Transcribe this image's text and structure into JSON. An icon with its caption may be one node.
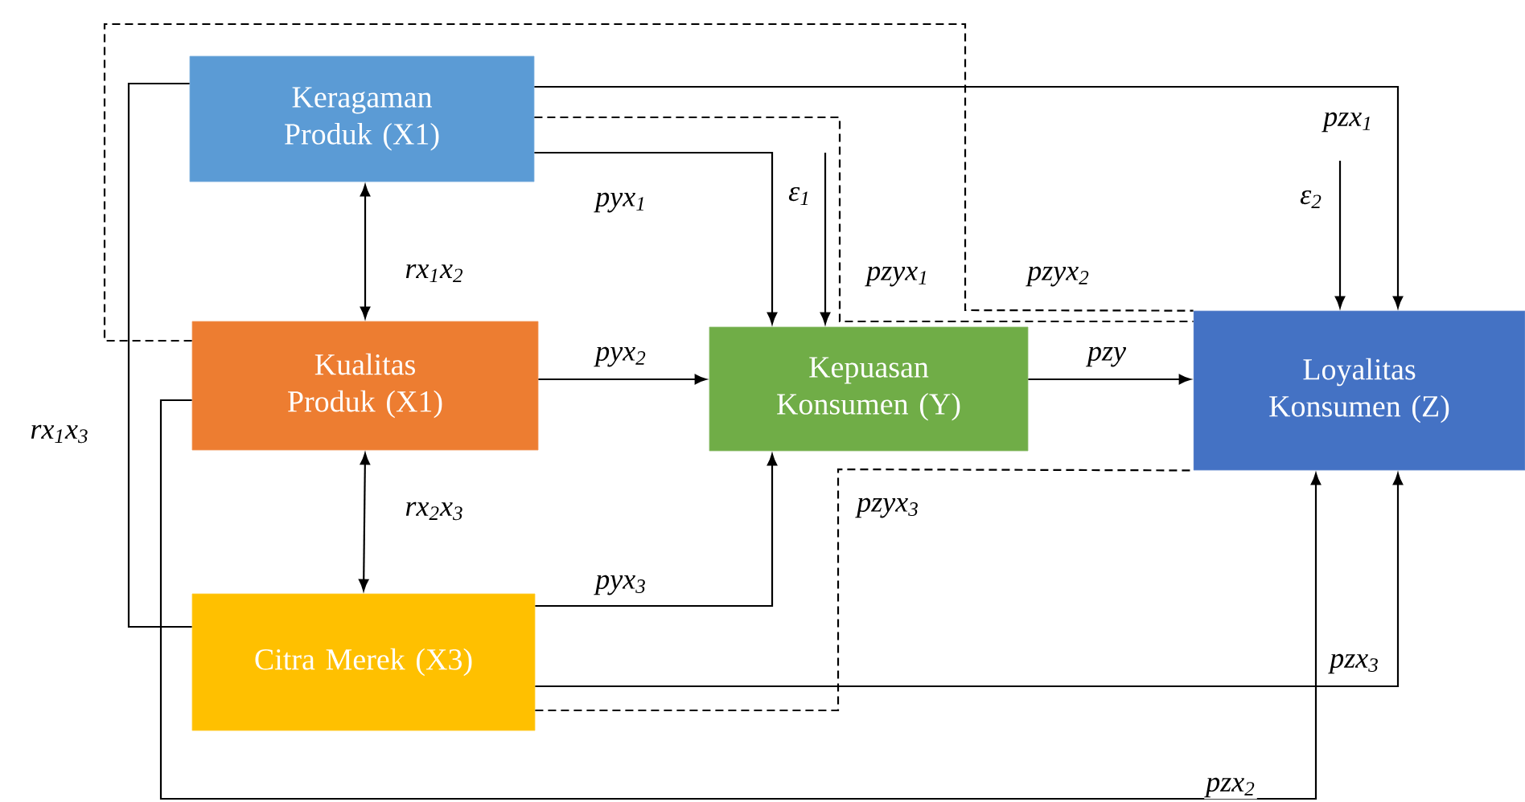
{
  "diagram": {
    "nodes": [
      {
        "text": [
          "Keragaman Produk (X1)"
        ]
      },
      {
        "text": [
          "Kualitas Produk (X1)"
        ]
      },
      {
        "text": [
          "Citra Merek (X3)"
        ]
      },
      {
        "text": [
          "Kepuasan Konsumen (Y)"
        ]
      },
      {
        "text": [
          "Loyalitas Konsumen (Z)"
        ]
      }
    ],
    "edges": [
      {
        "from": 0,
        "to": 1,
        "arrow": "both",
        "label": "rx$_{1}$x$_{2}$"
      },
      {
        "from": 1,
        "to": 2,
        "arrow": "both",
        "label": "rx$_{2}$x$_{3}$"
      },
      {
        "from": 0,
        "to": 3,
        "arrow": "to",
        "label": "pyx$_{1}$"
      },
      {
        "from": 1,
        "to": 3,
        "arrow": "to",
        "label": "pyx$_{2}$"
      },
      {
        "from": 2,
        "to": 3,
        "arrow": "to",
        "label": "pyx$_{3}$"
      },
      {
        "from": 3,
        "to": 4,
        "arrow": "to",
        "label": "pzy"
      },
      {
        "from": 0,
        "to": 4,
        "arrow": "to",
        "label": "pzx$_{1}$"
      },
      {
        "from": 1,
        "to": 4,
        "arrow": "to",
        "label": "pzx$_{2}$"
      },
      {
        "from": 2,
        "to": 4,
        "arrow": "to",
        "label": "pzx$_{3}$"
      },
      {
        "from": 0,
        "to": 2,
        "arrow": "none",
        "label": "rx$_{1}$x$_{3}$"
      },
      {
        "from": 0,
        "to": 4,
        "arrow": "none",
        "style": "dashed",
        "label": "pzyx$_{1}$"
      },
      {
        "from": 1,
        "to": 4,
        "arrow": "none",
        "style": "dashed",
        "label": "pzyx$_{2}$"
      },
      {
        "from": 2,
        "to": 4,
        "arrow": "none",
        "style": "dashed",
        "label": "pzyx$_{3}$"
      },
      {
        "from": null,
        "to": 3,
        "arrow": "to",
        "label": "ε$_{1}$"
      },
      {
        "from": null,
        "to": 4,
        "arrow": "to",
        "label": "ε$_{2}$"
      }
    ]
  }
}
